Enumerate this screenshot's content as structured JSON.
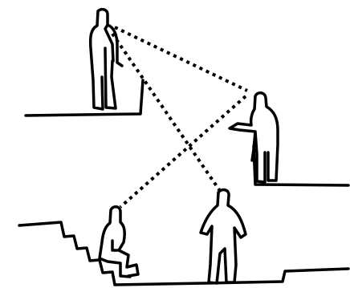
{
  "scene": {
    "background": "#ffffff",
    "ink_color": "#000000",
    "figures": [
      {
        "id": "standing-figure-top-left",
        "pose": "standing"
      },
      {
        "id": "pointing-figure-right",
        "pose": "pointing"
      },
      {
        "id": "seated-figure-bottom-left",
        "pose": "seated"
      },
      {
        "id": "standing-figure-bottom-center",
        "pose": "standing"
      }
    ],
    "sight_lines": [
      {
        "from": "standing-figure-top-left",
        "to": "pointing-figure-right",
        "style": "dotted"
      },
      {
        "from": "standing-figure-top-left",
        "to": "standing-figure-bottom-center",
        "style": "dotted"
      },
      {
        "from": "pointing-figure-right",
        "to": "seated-figure-bottom-left",
        "style": "dotted"
      }
    ],
    "surfaces": [
      "upper-left-ledge",
      "right-ledge",
      "lower-stairs-floor"
    ]
  }
}
